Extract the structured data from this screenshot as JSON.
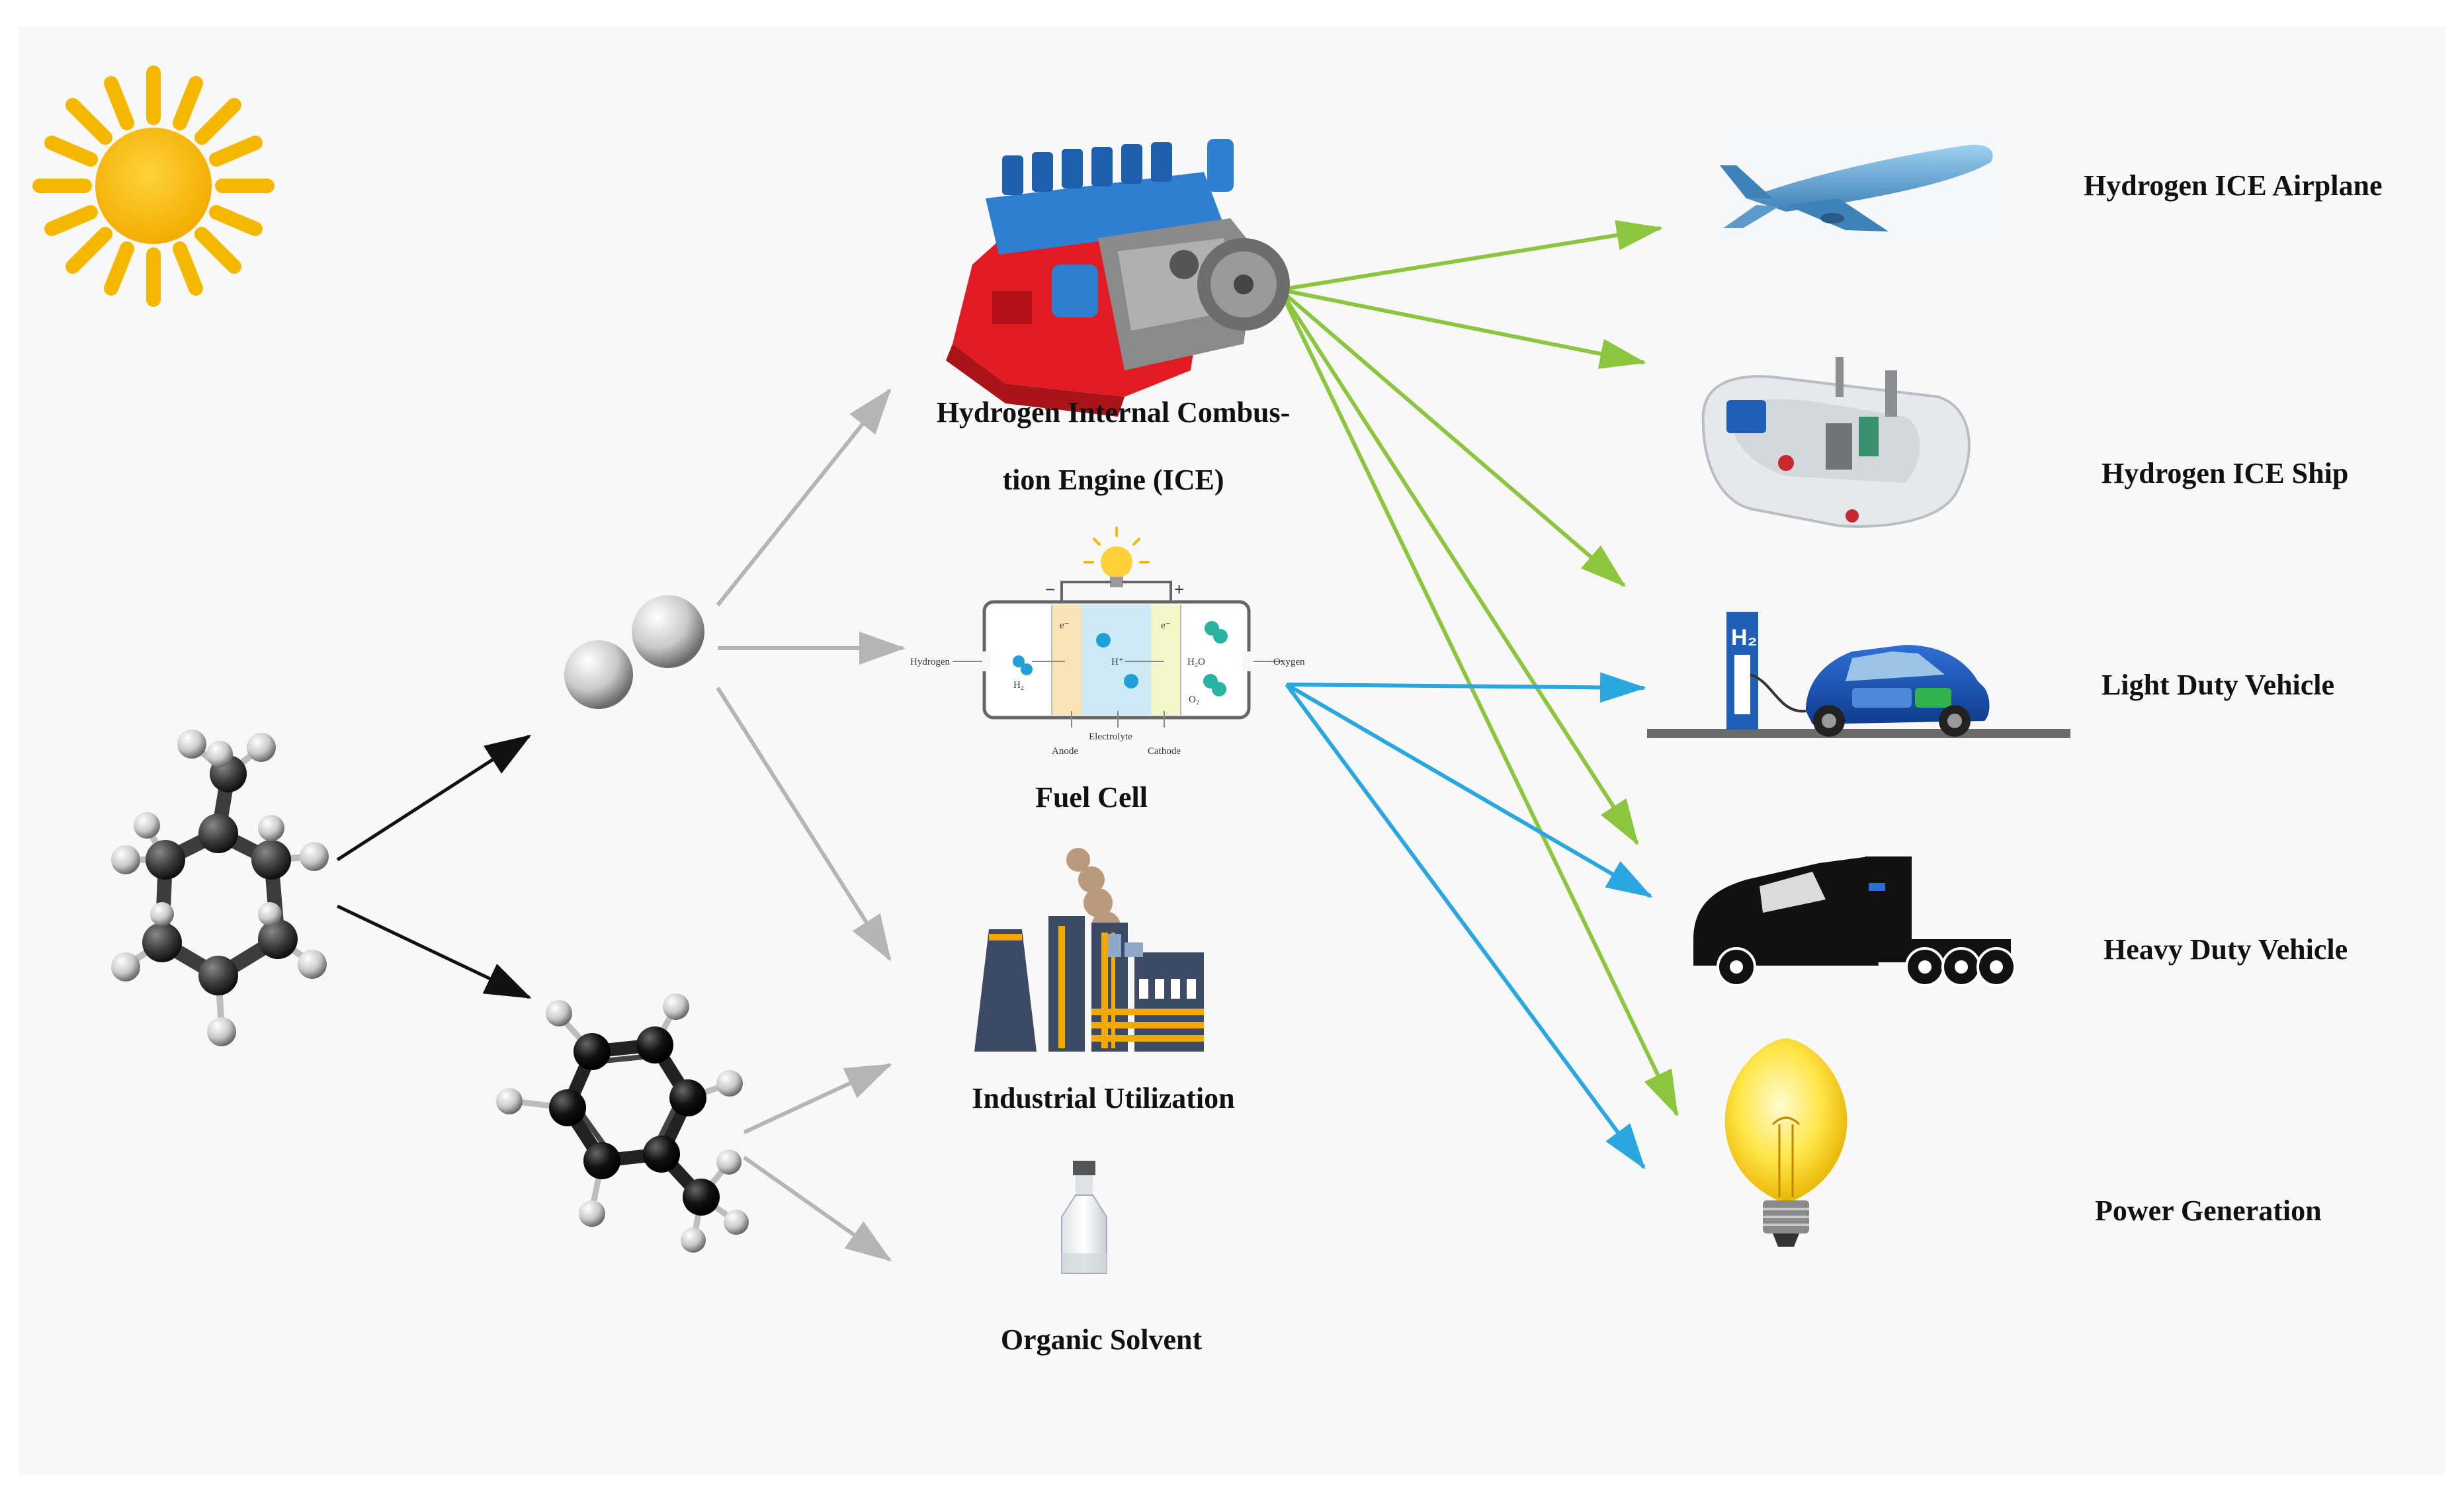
{
  "labels": {
    "ice_line1": "Hydrogen Internal Combus-",
    "ice_line2": "tion Engine (ICE)",
    "fuel_cell": "Fuel Cell",
    "industrial": "Industrial Utilization",
    "solvent": "Organic Solvent",
    "airplane": "Hydrogen ICE Airplane",
    "ship": "Hydrogen ICE Ship",
    "light_duty": "Light Duty Vehicle",
    "heavy_duty": "Heavy Duty Vehicle",
    "power": "Power Generation"
  },
  "fuel_cell_diagram": {
    "hydrogen": "Hydrogen",
    "oxygen": "Oxygen",
    "h2": "H₂",
    "o2": "O₂",
    "h2o": "H₂O",
    "h_plus": "H⁺",
    "e_left": "e⁻",
    "e_right": "e⁻",
    "minus": "−",
    "plus": "+",
    "anode": "Anode",
    "electrolyte": "Electrolyte",
    "cathode": "Cathode"
  },
  "station_label": "H₂",
  "colors": {
    "black_arrow": "#111111",
    "gray_arrow": "#b5b5b5",
    "green_arrow": "#8cc63f",
    "blue_arrow": "#2aa7df",
    "sun": "#f5b800"
  }
}
